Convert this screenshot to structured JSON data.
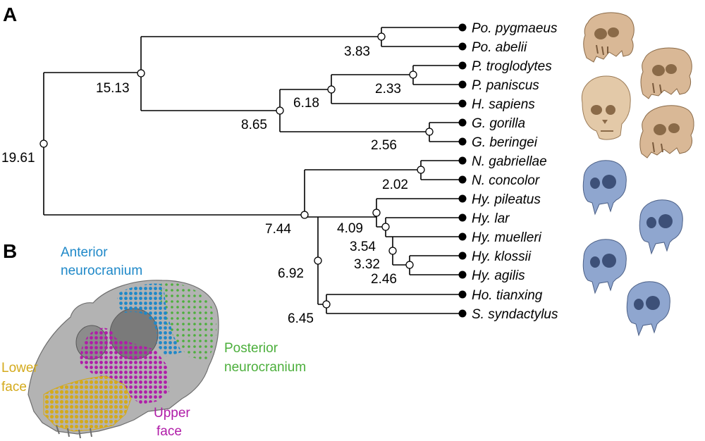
{
  "panels": {
    "a": "A",
    "b": "B"
  },
  "taxa": [
    "Po. pygmaeus",
    "Po. abelii",
    "P. troglodytes",
    "P. paniscus",
    "H. sapiens",
    "G. gorilla",
    "G. beringei",
    "N. gabriellae",
    "N. concolor",
    "Hy. pileatus",
    "Hy. lar",
    "Hy. muelleri",
    "Hy. klossii",
    "Hy. agilis",
    "Ho. tianxing",
    "S. syndactylus"
  ],
  "node_ages": [
    "19.61",
    "15.13",
    "3.83",
    "8.65",
    "6.18",
    "2.33",
    "2.56",
    "7.44",
    "2.02",
    "6.92",
    "4.09",
    "3.54",
    "3.32",
    "2.46",
    "6.45"
  ],
  "regions": {
    "anterior": [
      "Anterior",
      "neurocranium"
    ],
    "posterior": [
      "Posterior",
      "neurocranium"
    ],
    "lower": [
      "Lower",
      "face"
    ],
    "upper": [
      "Upper",
      "face"
    ]
  },
  "colors": {
    "anterior": "#1e88c8",
    "posterior": "#4caf3c",
    "lower": "#d4aa1c",
    "upper": "#b01ca8",
    "great_ape_skull": "#d9b896",
    "gibbon_skull": "#8fa6cf",
    "panel_b_skull": "#b3b3b3"
  },
  "skull_icons": {
    "great_apes": [
      "orangutan-skull",
      "orangutan-skull",
      "human-skull",
      "gorilla-skull"
    ],
    "gibbons": [
      "gibbon-skull",
      "gibbon-skull",
      "gibbon-skull",
      "gibbon-skull"
    ],
    "panel_b": "ape-skull-with-landmarks"
  }
}
